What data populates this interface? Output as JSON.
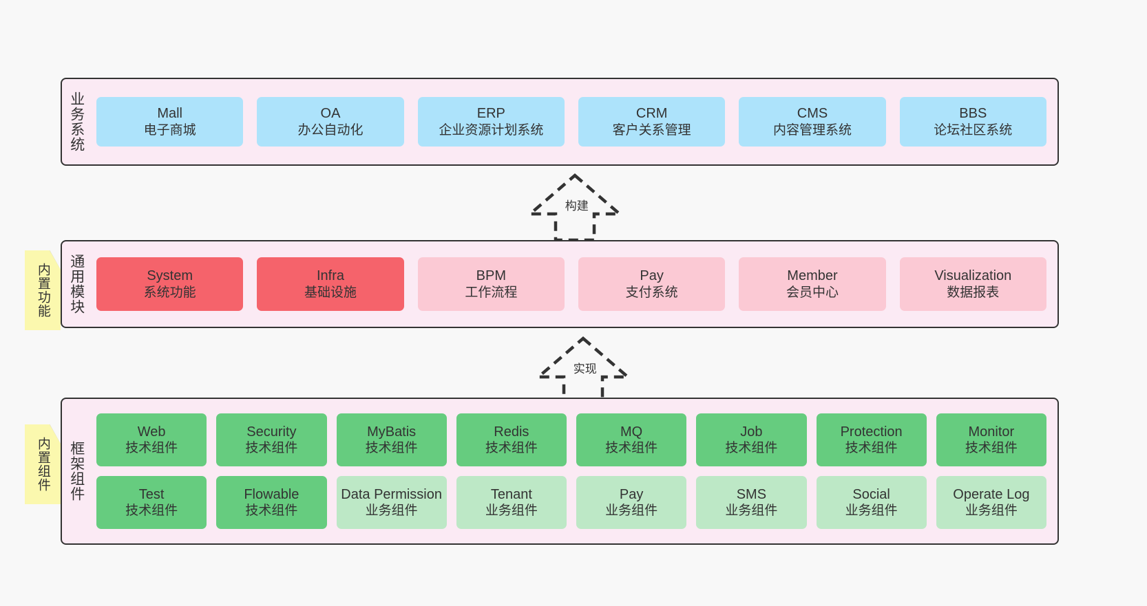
{
  "diagram": {
    "background": "#f8f8f8",
    "band_fill": "#fbeaf4",
    "band_border": "#333333"
  },
  "notes": [
    {
      "name": "built-in-functions",
      "label": "内置功能",
      "color": "#fbf8ae"
    },
    {
      "name": "built-in-components",
      "label": "内置组件",
      "color": "#fbf8ae"
    }
  ],
  "arrows": [
    {
      "name": "build-arrow",
      "label": "构建",
      "style": "dashed-hollow-triangle"
    },
    {
      "name": "implement-arrow",
      "label": "实现",
      "style": "dashed-hollow-triangle"
    }
  ],
  "bands": {
    "business": {
      "title": "业务系统",
      "cell_color": "#ade3fb",
      "items": [
        {
          "en": "Mall",
          "cn": "电子商城"
        },
        {
          "en": "OA",
          "cn": "办公自动化"
        },
        {
          "en": "ERP",
          "cn": "企业资源计划系统"
        },
        {
          "en": "CRM",
          "cn": "客户关系管理"
        },
        {
          "en": "CMS",
          "cn": "内容管理系统"
        },
        {
          "en": "BBS",
          "cn": "论坛社区系统"
        }
      ]
    },
    "modules": {
      "title": "通用模块",
      "colors": {
        "primary": "#f5636b",
        "secondary": "#fbc9d4"
      },
      "items": [
        {
          "en": "System",
          "cn": "系统功能",
          "tone": "primary"
        },
        {
          "en": "Infra",
          "cn": "基础设施",
          "tone": "primary"
        },
        {
          "en": "BPM",
          "cn": "工作流程",
          "tone": "secondary"
        },
        {
          "en": "Pay",
          "cn": "支付系统",
          "tone": "secondary"
        },
        {
          "en": "Member",
          "cn": "会员中心",
          "tone": "secondary"
        },
        {
          "en": "Visualization",
          "cn": "数据报表",
          "tone": "secondary"
        }
      ]
    },
    "framework": {
      "title": "框架组件",
      "colors": {
        "tech": "#66cc7f",
        "biz": "#bde8c6"
      },
      "row1": [
        {
          "en": "Web",
          "cn": "技术组件",
          "tone": "tech"
        },
        {
          "en": "Security",
          "cn": "技术组件",
          "tone": "tech"
        },
        {
          "en": "MyBatis",
          "cn": "技术组件",
          "tone": "tech"
        },
        {
          "en": "Redis",
          "cn": "技术组件",
          "tone": "tech"
        },
        {
          "en": "MQ",
          "cn": "技术组件",
          "tone": "tech"
        },
        {
          "en": "Job",
          "cn": "技术组件",
          "tone": "tech"
        },
        {
          "en": "Protection",
          "cn": "技术组件",
          "tone": "tech"
        },
        {
          "en": "Monitor",
          "cn": "技术组件",
          "tone": "tech"
        }
      ],
      "row2": [
        {
          "en": "Test",
          "cn": "技术组件",
          "tone": "tech"
        },
        {
          "en": "Flowable",
          "cn": "技术组件",
          "tone": "tech"
        },
        {
          "en": "Data Permission",
          "cn": "业务组件",
          "tone": "biz"
        },
        {
          "en": "Tenant",
          "cn": "业务组件",
          "tone": "biz"
        },
        {
          "en": "Pay",
          "cn": "业务组件",
          "tone": "biz"
        },
        {
          "en": "SMS",
          "cn": "业务组件",
          "tone": "biz"
        },
        {
          "en": "Social",
          "cn": "业务组件",
          "tone": "biz"
        },
        {
          "en": "Operate Log",
          "cn": "业务组件",
          "tone": "biz"
        }
      ]
    }
  }
}
